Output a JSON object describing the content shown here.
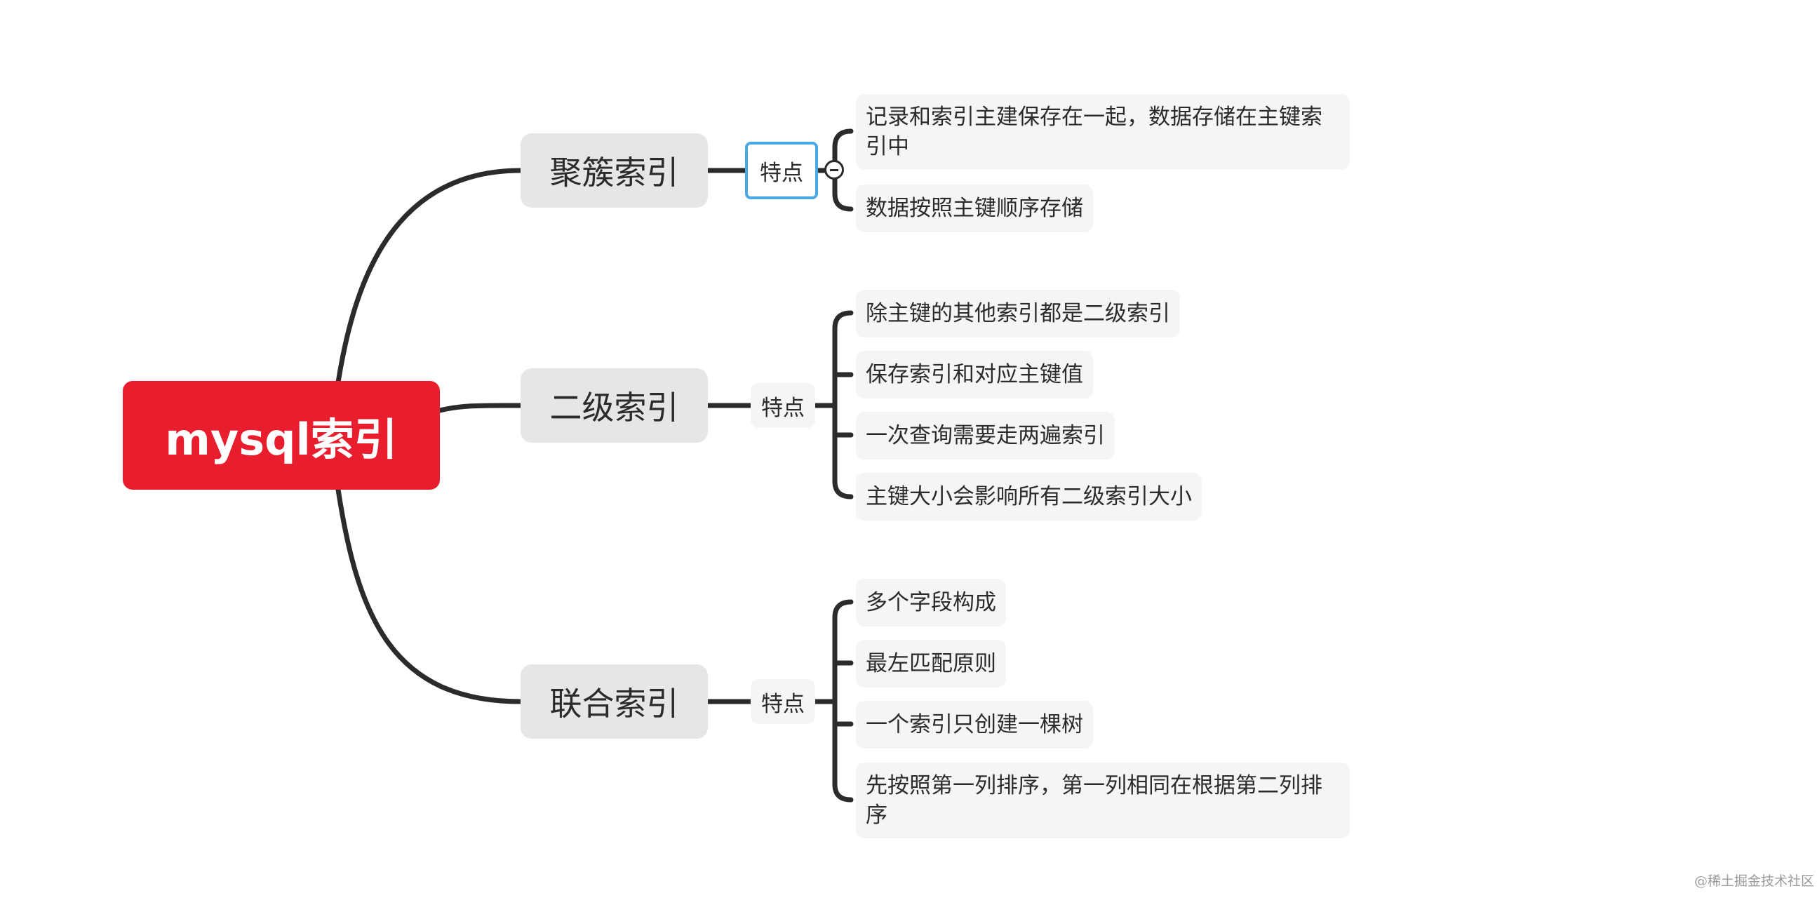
{
  "root": {
    "label": "mysql索引"
  },
  "branches": [
    {
      "label": "聚簇索引",
      "feature_label": "特点",
      "leaves": [
        "记录和索引主建保存在一起，数据存储在主键索引中",
        "数据按照主键顺序存储"
      ]
    },
    {
      "label": "二级索引",
      "feature_label": "特点",
      "leaves": [
        "除主键的其他索引都是二级索引",
        "保存索引和对应主键值",
        "一次查询需要走两遍索引",
        "主键大小会影响所有二级索引大小"
      ]
    },
    {
      "label": "联合索引",
      "feature_label": "特点",
      "leaves": [
        "多个字段构成",
        "最左匹配原则",
        "一个索引只创建一棵树",
        "先按照第一列排序，第一列相同在根据第二列排序"
      ]
    }
  ],
  "watermark": "@稀土掘金技术社区",
  "colors": {
    "root": "#e81e2e",
    "branch": "#e6e6e6",
    "leaf": "#f6f4f4",
    "connector": "#2b2b2b",
    "selection": "#4aa8e4"
  }
}
